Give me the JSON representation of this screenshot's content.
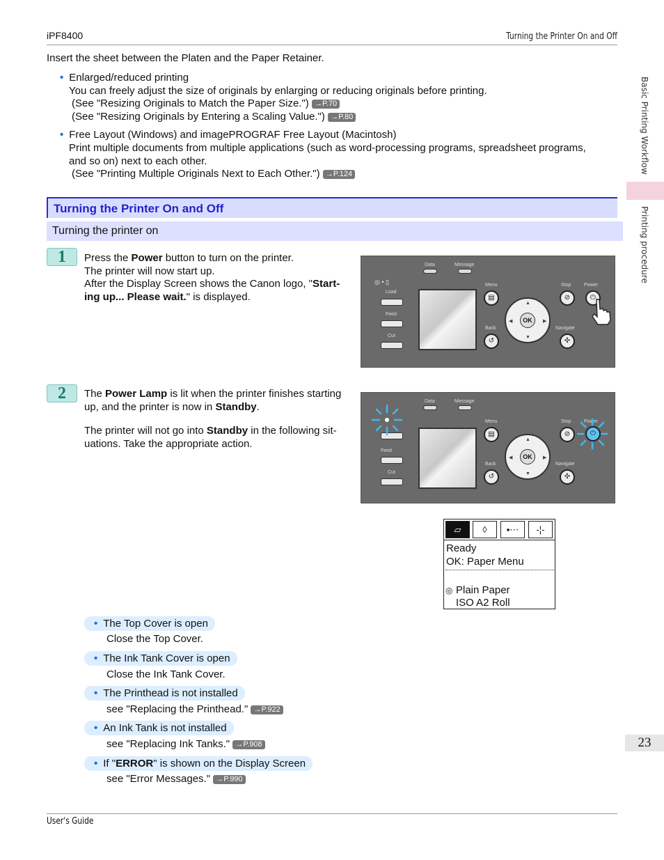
{
  "header": {
    "product": "iPF8400",
    "section": "Turning the Printer On and Off"
  },
  "intro": "Insert the sheet between the Platen and the Paper Retainer.",
  "features": [
    {
      "title": "Enlarged/reduced printing",
      "desc": "You can freely adjust the size of originals by enlarging or reducing originals before printing.",
      "refs": [
        {
          "text": "(See \"Resizing Originals to Match the Paper Size.\")",
          "page": "→P.70"
        },
        {
          "text": "(See \"Resizing Originals by Entering a Scaling Value.\")",
          "page": "→P.80"
        }
      ]
    },
    {
      "title": "Free Layout (Windows) and imagePROGRAF Free Layout (Macintosh)",
      "desc1": "Print multiple documents from multiple applications (such as word-processing programs, spreadsheet programs,",
      "desc2": "and so on) next to each other.",
      "refs": [
        {
          "text": "(See \"Printing Multiple Originals Next to Each Other.\")",
          "page": "→P.124"
        }
      ]
    }
  ],
  "section_title": "Turning the Printer On and Off",
  "subsection_title": "Turning the printer on",
  "step1": {
    "num": "1",
    "l1a": "Press the ",
    "l1b": "Power",
    "l1c": " button to turn on the printer.",
    "l2": "The printer will now start up.",
    "l3a": "After the Display Screen shows the Canon logo, \"",
    "l3b": "Start-",
    "l4a": "ing up... Please wait.",
    "l4b": "\" is displayed."
  },
  "step2": {
    "num": "2",
    "l1a": "The ",
    "l1b": "Power Lamp",
    "l1c": " is lit when the printer finishes starting",
    "l2a": "up, and the printer is now in ",
    "l2b": "Standby",
    "l2c": ".",
    "l3a": "The printer will not go into ",
    "l3b": "Standby",
    "l3c": " in the following sit-",
    "l4": "uations. Take the appropriate action."
  },
  "panel_labels": {
    "data": "Data",
    "message": "Message",
    "load": "Load",
    "feed": "Feed",
    "cut": "Cut",
    "menu": "Menu",
    "back": "Back",
    "stop": "Stop",
    "power": "Power",
    "navigate": "Navigate",
    "ok": "OK"
  },
  "display": {
    "line1": "Ready",
    "line2": "OK: Paper Menu",
    "line3": "Plain Paper",
    "line4": "ISO A2 Roll"
  },
  "conditions": [
    {
      "title": "The Top Cover is open",
      "body": "Close the Top Cover.",
      "page": ""
    },
    {
      "title": "The Ink Tank Cover is open",
      "body": "Close the Ink Tank Cover.",
      "page": ""
    },
    {
      "title": "The Printhead is not installed",
      "body": "see \"Replacing the Printhead.\"",
      "page": "→P.922"
    },
    {
      "title": "An Ink Tank is not installed",
      "body": "see \"Replacing Ink Tanks.\"",
      "page": "→P.908"
    },
    {
      "title_a": "If \"",
      "title_b": "ERROR",
      "title_c": "\" is shown on the Display Screen",
      "body": "see \"Error Messages.\"",
      "page": "→P.990"
    }
  ],
  "sidebar": {
    "tab1": "Basic Printing Workflow",
    "tab2": "Printing procedure"
  },
  "page_number": "23",
  "footer": "User's Guide"
}
